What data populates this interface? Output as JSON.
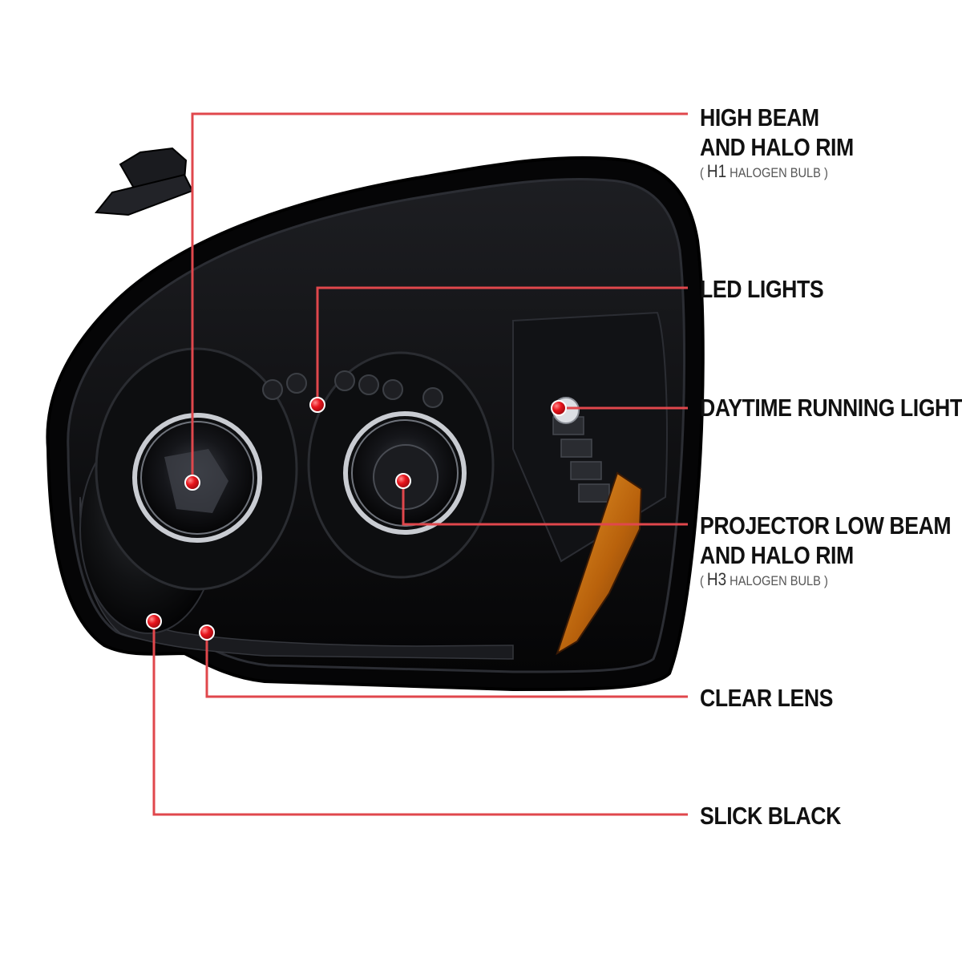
{
  "colors": {
    "leader_line": "#e0474c",
    "marker_red": "#e8141c",
    "label_text": "#111111",
    "sub_text": "#555555",
    "housing": "#0b0b0d",
    "amber": "#c9730f"
  },
  "callouts": [
    {
      "id": "high-beam",
      "title_lines": [
        "HIGH BEAM",
        "AND HALO RIM"
      ],
      "sub": {
        "open": "( ",
        "code": "H1",
        "rest": " HALOGEN BULB )"
      }
    },
    {
      "id": "led-lights",
      "title_lines": [
        "LED LIGHTS"
      ]
    },
    {
      "id": "drl",
      "title_lines": [
        "DAYTIME RUNNING LIGHT"
      ]
    },
    {
      "id": "projector",
      "title_lines": [
        "PROJECTOR LOW BEAM",
        "AND HALO RIM"
      ],
      "sub": {
        "open": "( ",
        "code": "H3",
        "rest": " HALOGEN BULB )"
      }
    },
    {
      "id": "clear-lens",
      "title_lines": [
        "CLEAR LENS"
      ]
    },
    {
      "id": "slick-black",
      "title_lines": [
        "SLICK BLACK"
      ]
    }
  ]
}
